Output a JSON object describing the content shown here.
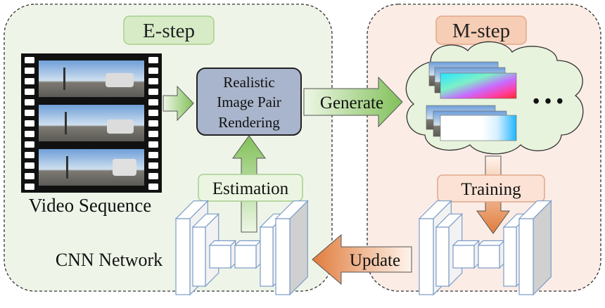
{
  "e_step": {
    "title": "E-step",
    "video_label": "Video Sequence",
    "rendering_box": [
      "Realistic",
      "Image Pair",
      "Rendering"
    ],
    "estimation_label": "Estimation",
    "cnn_label": "CNN Network"
  },
  "m_step": {
    "title": "M-step",
    "training_label": "Training",
    "ellipsis": "• • •"
  },
  "arrows": {
    "generate_label": "Generate",
    "update_label": "Update"
  },
  "colors": {
    "e_panel_bg": "#eef5e8",
    "m_panel_bg": "#fbece6",
    "e_title_bg": "#d6ebc6",
    "m_title_bg": "#f6cdb5",
    "render_box_bg": "#a9b5cc",
    "green_arrow": "#9dce7a",
    "orange_arrow": "#e6975f",
    "cloud_bg": "#e7f3dc",
    "cnn_face": "#ffffff",
    "cnn_side": "#d0d0d0",
    "cnn_edge": "#7a9bc8"
  }
}
